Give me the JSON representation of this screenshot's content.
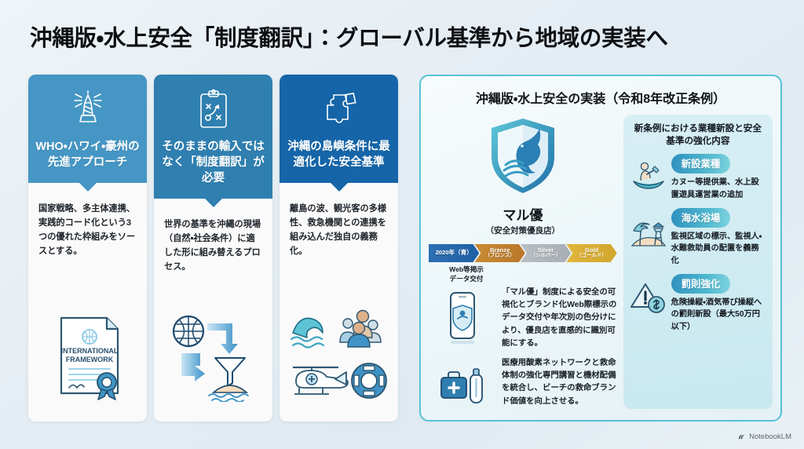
{
  "title": "沖縄版・水上安全「制度翻訳」：グローバル基準から地域の実装へ",
  "cards": [
    {
      "icon": "lighthouse-icon",
      "title": "WHO・ハワイ・豪州の先進アプローチ",
      "body": "国家戦略、多主体連携、実践的コード化という3つの優れた枠組みをソースとする。",
      "illustration": "international-framework-certificate-illustration",
      "certificate_label": "INTERNATIONAL FRAMEWORK",
      "header_color": "#4596c4"
    },
    {
      "icon": "clipboard-strategy-icon",
      "title": "そのままの輸入ではなく「制度翻訳」が必要",
      "body": "世界の基準を沖縄の現場（自然・社会条件）に適した形に組み替えるプロセス。",
      "illustration": "globe-funnel-island-illustration",
      "header_color": "#2f7fb0"
    },
    {
      "icon": "puzzle-piece-icon",
      "title": "沖縄の島嶼条件に最適化した安全基準",
      "body": "離島の波、観光客の多様性、救急機関との連携を組み込んだ独自の義務化。",
      "illustration": "waves-people-helicopter-lifebuoy-illustration",
      "header_color": "#1565a8"
    }
  ],
  "panel": {
    "title": "沖縄版・水上安全の実装（令和8年改正条例）",
    "badge": {
      "icon": "dolphin-shield-badge",
      "name": "マル優",
      "subtitle": "（安全対策優良店）"
    },
    "ribbon": {
      "tiers": [
        {
          "label": "2020年（青）",
          "sub": "",
          "color": "#2d6fb3"
        },
        {
          "label": "Branze",
          "sub": "（ブロンズ）",
          "color": "#c98b34"
        },
        {
          "label": "Silver",
          "sub": "（シルバー）",
          "color": "#b9bec3"
        },
        {
          "label": "Gold",
          "sub": "（ゴールド）",
          "color": "#e0b63c"
        }
      ],
      "note": "Web等掲示\nデータ交付"
    },
    "blocks": [
      {
        "icon": "smartphone-certificate-icon",
        "text": "「マル優」制度による安全の可視化とブランド化Web際標示のデータ交付や年次別の色分けにより、優良店を直感的に識別可能にする。"
      },
      {
        "icon": "medical-oxygen-kit-icon",
        "text": "医療用酸素ネットワークと救命体制の強化専門講習と機材配備を統合し、ビーチの救命ブランド価値を向上させる。"
      }
    ],
    "sub_panel": {
      "title": "新条例における業種新設と安全基準の強化内容",
      "items": [
        {
          "icon": "canoe-paddler-icon",
          "chip": "新設業種",
          "desc": "カヌー等提供業、水上設置遊具運営業の追加"
        },
        {
          "icon": "beach-umbrella-lifeguard-tower-icon",
          "chip": "海水浴場",
          "desc": "監視区域の標示、監視人・水難救助員の配置を義務化"
        },
        {
          "icon": "warning-penalty-icon",
          "chip": "罰則強化",
          "desc": "危険操縦・酒気帯び操縦への罰則新設（最大50万円以下）"
        }
      ]
    }
  },
  "watermark": "NotebookLM"
}
